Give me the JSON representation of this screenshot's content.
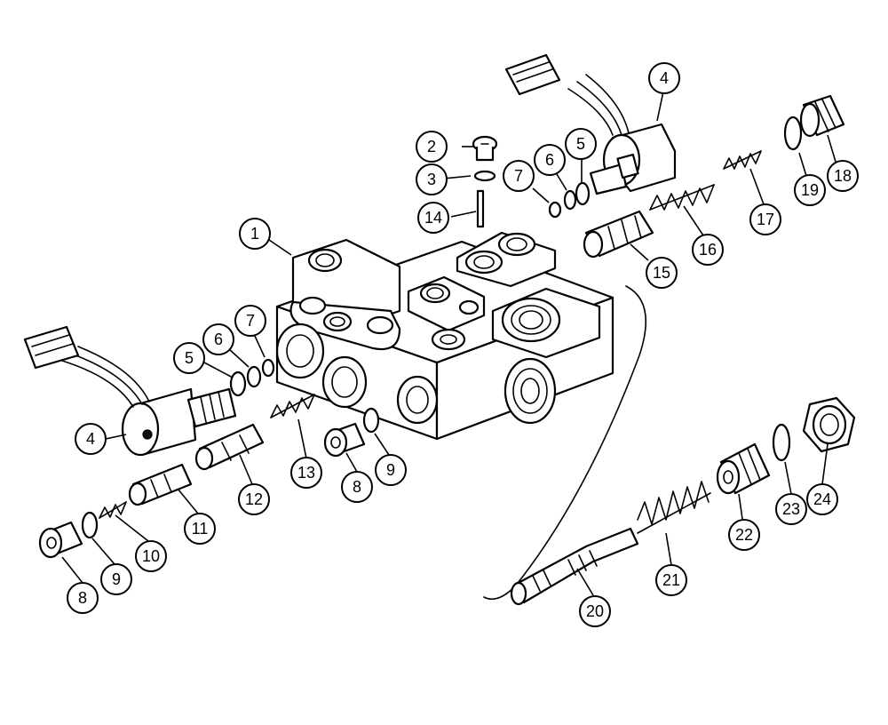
{
  "colors": {
    "ink": "#000000",
    "paper": "#ffffff"
  },
  "callouts": [
    {
      "label": "1"
    },
    {
      "label": "2"
    },
    {
      "label": "3"
    },
    {
      "label": "14"
    },
    {
      "label": "7"
    },
    {
      "label": "6"
    },
    {
      "label": "5"
    },
    {
      "label": "4"
    },
    {
      "label": "19"
    },
    {
      "label": "18"
    },
    {
      "label": "17"
    },
    {
      "label": "16"
    },
    {
      "label": "15"
    },
    {
      "label": "5"
    },
    {
      "label": "6"
    },
    {
      "label": "7"
    },
    {
      "label": "4"
    },
    {
      "label": "13"
    },
    {
      "label": "12"
    },
    {
      "label": "11"
    },
    {
      "label": "10"
    },
    {
      "label": "9"
    },
    {
      "label": "8"
    },
    {
      "label": "8"
    },
    {
      "label": "9"
    },
    {
      "label": "24"
    },
    {
      "label": "23"
    },
    {
      "label": "22"
    },
    {
      "label": "21"
    },
    {
      "label": "20"
    }
  ]
}
